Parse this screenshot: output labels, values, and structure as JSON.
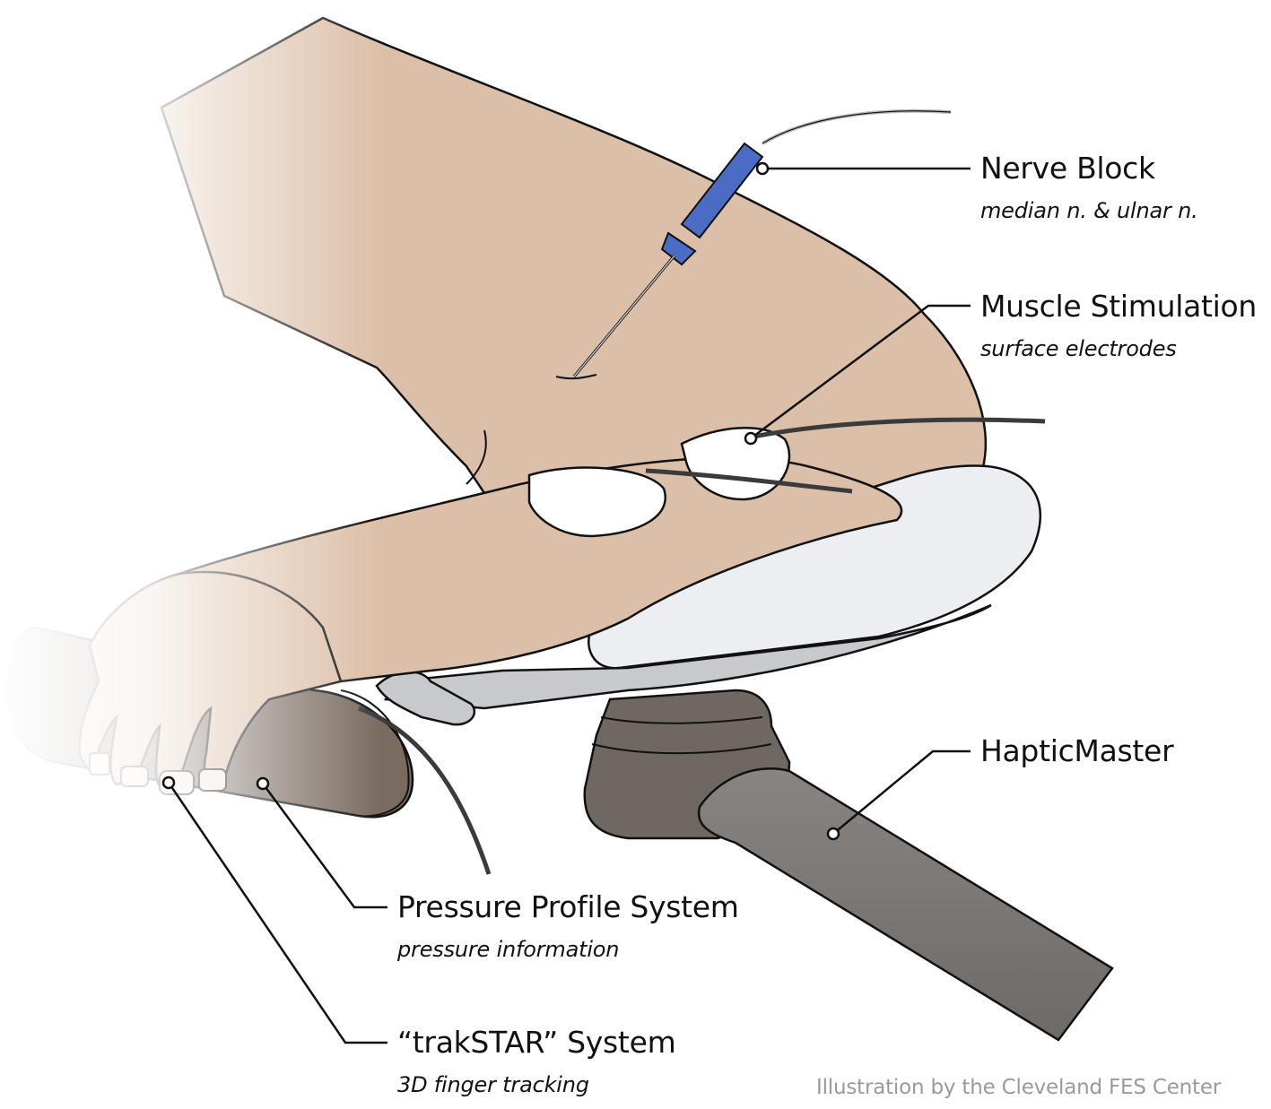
{
  "labels": {
    "nerve_block": {
      "title": "Nerve Block",
      "subtitle": "median n. & ulnar n."
    },
    "muscle_stimulation": {
      "title": "Muscle Stimulation",
      "subtitle": "surface electrodes"
    },
    "haptic_master": {
      "title": "HapticMaster"
    },
    "pressure_profile": {
      "title": "Pressure Profile System",
      "subtitle": "pressure information"
    },
    "trakstar": {
      "title": "“trakSTAR” System",
      "subtitle": "3D finger tracking"
    }
  },
  "credit": "Illustration by the Cleveland FES Center",
  "colors": {
    "skin": "#dcbfa8",
    "skin_shadow": "#c9a68c",
    "outline": "#111111",
    "armrest": "#eceef1",
    "armrest_under": "#c8c9cc",
    "handle": "#7a6b60",
    "haptic_body": "#6f6761",
    "haptic_arm": "#8a8683",
    "needle_hub": "#4a6cc4",
    "electrode": "#ffffff",
    "leader": "#111111",
    "credit": "#9a9a9a"
  }
}
